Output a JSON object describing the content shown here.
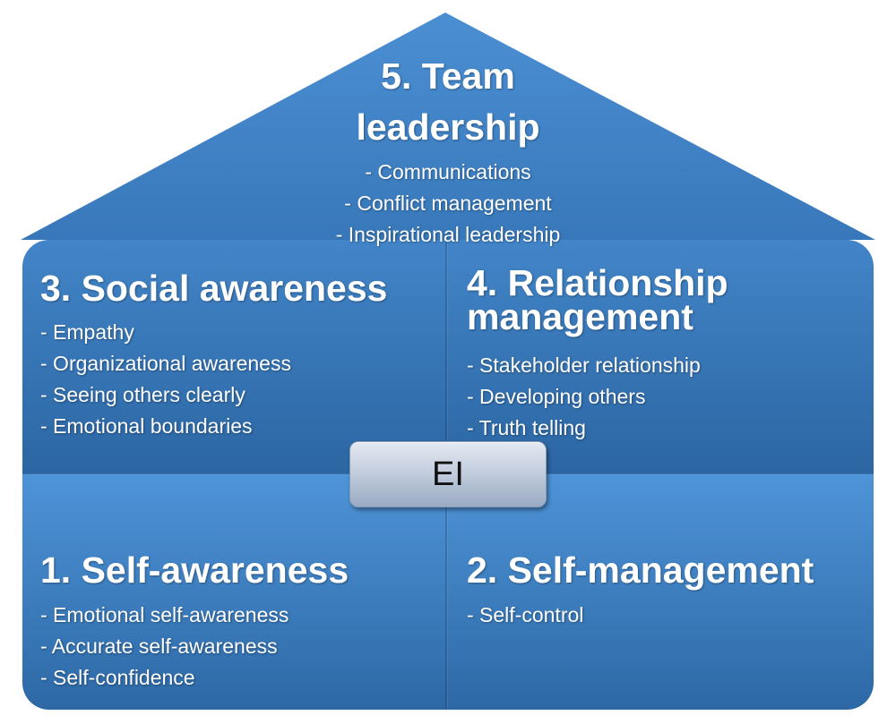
{
  "center_label": "EI",
  "levels": {
    "team_leadership": {
      "title_lines": [
        "5. Team",
        "leadership"
      ],
      "items": [
        "- Communications",
        "- Conflict management",
        "- Inspirational leadership"
      ]
    },
    "social_awareness": {
      "title_lines": [
        "3. Social awareness"
      ],
      "items": [
        "- Empathy",
        "- Organizational awareness",
        "- Seeing others clearly",
        "- Emotional boundaries"
      ]
    },
    "relationship_management": {
      "title_lines": [
        "4. Relationship",
        "management"
      ],
      "items": [
        "- Stakeholder relationship",
        "- Developing others",
        "- Truth telling"
      ]
    },
    "self_awareness": {
      "title_lines": [
        "1. Self-awareness"
      ],
      "items": [
        "- Emotional self-awareness",
        "- Accurate self-awareness",
        "- Self-confidence"
      ]
    },
    "self_management": {
      "title_lines": [
        "2. Self-management"
      ],
      "items": [
        "- Self-control"
      ]
    }
  },
  "colors": {
    "roof_top": "#4b8fd3",
    "roof_bottom": "#3878ba",
    "upper_top": "#4285c8",
    "upper_bottom": "#2c66a3",
    "lower_top": "#4e94d8",
    "lower_bottom": "#2d68a5",
    "ei_top": "#e5eaf2",
    "ei_bottom": "#9aabc4"
  }
}
